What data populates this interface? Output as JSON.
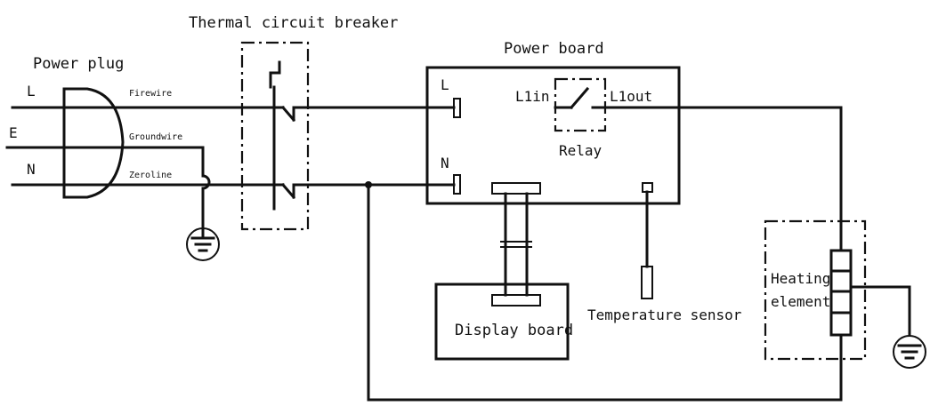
{
  "colors": {
    "ink": "#111111",
    "background": "#ffffff"
  },
  "diagram": {
    "thermal_breaker_label": "Thermal circuit breaker",
    "power_plug_label": "Power plug",
    "power_board_label": "Power board",
    "plug_pins": {
      "live": "L",
      "earth": "E",
      "neutral": "N"
    },
    "wire_labels": {
      "live": "Firewire",
      "ground": "Groundwire",
      "neutral": "Zeroline"
    },
    "board_terminals": {
      "live": "L",
      "neutral": "N"
    },
    "relay": {
      "label": "Relay",
      "input": "L1in",
      "output": "L1out"
    },
    "display_board_label": "Display board",
    "temperature_sensor_label": "Temperature sensor",
    "heating_element_label": [
      "Heating",
      "element"
    ],
    "icons": [
      "ground-symbol-icon",
      "relay-switch-icon",
      "heating-coil-icon"
    ]
  }
}
